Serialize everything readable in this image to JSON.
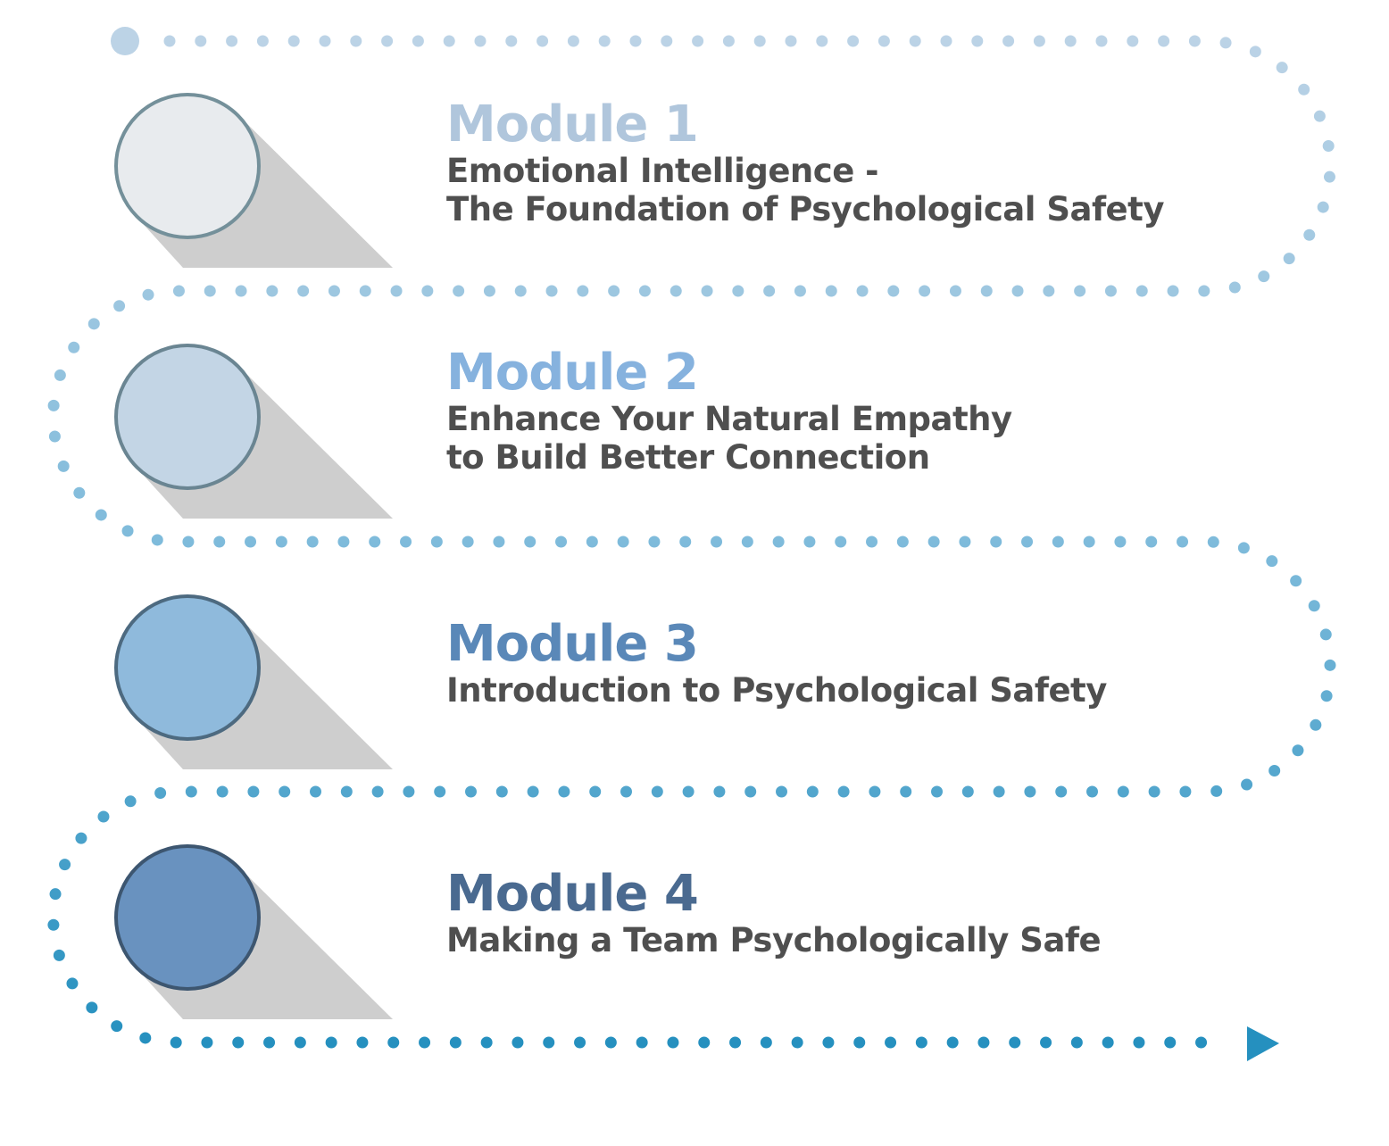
{
  "colors": {
    "path_start": "#bcd3e6",
    "path_end": "#2590bf",
    "shadow": "#cecece",
    "subtitle": "#4f4f4f"
  },
  "modules": [
    {
      "title": "Module 1",
      "subtitle_lines": [
        "Emotional Intelligence -",
        "The Foundation of Psychological Safety"
      ],
      "title_color": "#b0c6dc",
      "circle_color": "#e8ebee",
      "ring_color": "#74909a"
    },
    {
      "title": "Module 2",
      "subtitle_lines": [
        "Enhance Your Natural Empathy",
        "to Build Better Connection"
      ],
      "title_color": "#86b2de",
      "circle_color": "#c3d5e5",
      "ring_color": "#6a8592"
    },
    {
      "title": "Module 3",
      "subtitle_lines": [
        "Introduction to Psychological Safety"
      ],
      "title_color": "#5a88b8",
      "circle_color": "#8fbadc",
      "ring_color": "#4d6a80"
    },
    {
      "title": "Module 4",
      "subtitle_lines": [
        "Making a Team Psychologically Safe"
      ],
      "title_color": "#4a6a90",
      "circle_color": "#6992bf",
      "ring_color": "#3d5670"
    }
  ]
}
